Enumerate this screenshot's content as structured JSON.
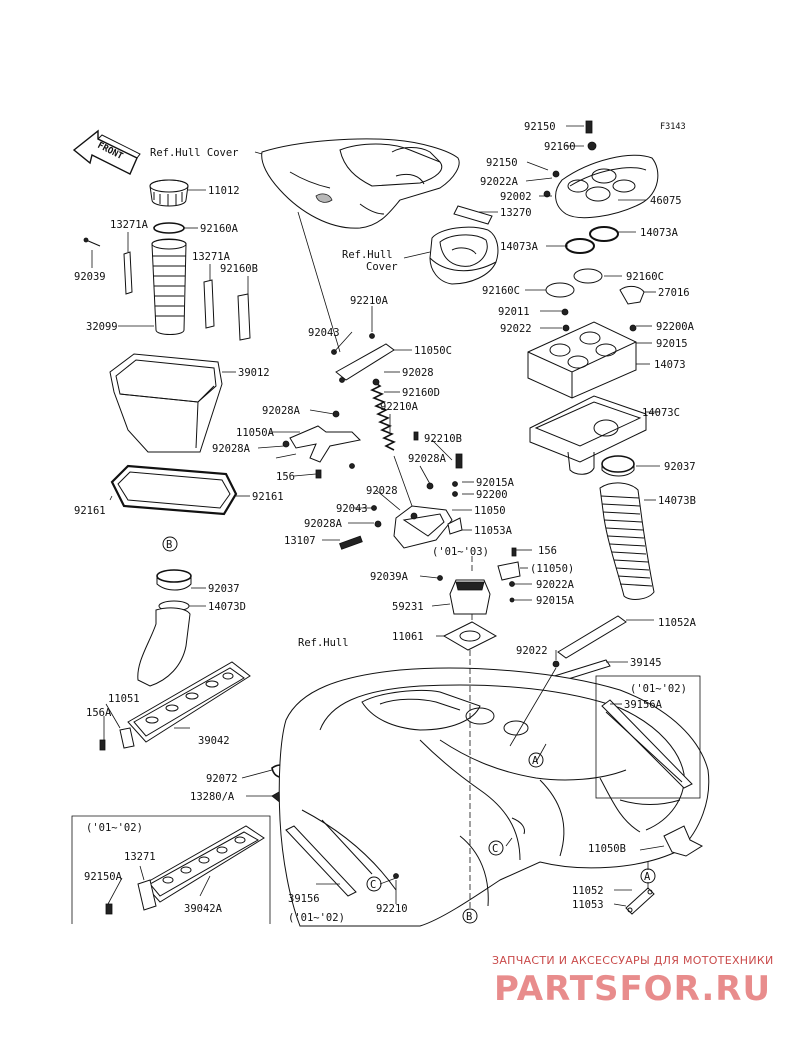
{
  "diagram": {
    "code": "F3143",
    "front_label": "FRONT",
    "refs": {
      "hull_cover_1": "Ref.Hull Cover",
      "hull_cover_2a": "Ref.Hull",
      "hull_cover_2b": "Cover",
      "hull": "Ref.Hull"
    },
    "years": {
      "y1": "('01~'03)",
      "y2": "('01~'02)",
      "y3": "('01~'02)",
      "y4": "('01~'02)"
    },
    "markers": {
      "a1": "A",
      "a2": "A",
      "b1": "B",
      "b2": "B",
      "c1": "C",
      "c2": "C"
    },
    "parts": {
      "p92150_top": "92150",
      "p92160": "92160",
      "p92150_mid": "92150",
      "p92022A_top": "92022A",
      "p92002": "92002",
      "p46075": "46075",
      "p13270": "13270",
      "p14073A_l": "14073A",
      "p14073A_r": "14073A",
      "p92160C_r": "92160C",
      "p92160C_l": "92160C",
      "p27016": "27016",
      "p92011": "92011",
      "p92022_a": "92022",
      "p92200A": "92200A",
      "p92015": "92015",
      "p14073": "14073",
      "p14073C": "14073C",
      "p92037_r": "92037",
      "p14073B": "14073B",
      "p11012": "11012",
      "p13271A_1": "13271A",
      "p92160A": "92160A",
      "p13271A_2": "13271A",
      "p92039": "92039",
      "p92160B": "92160B",
      "p32099": "32099",
      "p39012": "39012",
      "p92161_r": "92161",
      "p92161_l": "92161",
      "p92210A_1": "92210A",
      "p92043_1": "92043",
      "p11050C": "11050C",
      "p92028": "92028",
      "p92160D": "92160D",
      "p92210A_2": "92210A",
      "p92028A_1": "92028A",
      "p11050A": "11050A",
      "p92028A_2": "92028A",
      "p92210B": "92210B",
      "p92028A_3": "92028A",
      "p92015A_1": "92015A",
      "p156_1": "156",
      "p92028_2": "92028",
      "p92200": "92200",
      "p92043_2": "92043",
      "p11050": "11050",
      "p92028A_4": "92028A",
      "p11053A": "11053A",
      "p13107": "13107",
      "p156_2": "156",
      "p11050_paren": "(11050)",
      "p92022A_2": "92022A",
      "p92015A_2": "92015A",
      "p92039A": "92039A",
      "p59231": "59231",
      "p11061": "11061",
      "p11052A": "11052A",
      "p92022_b": "92022",
      "p39145": "39145",
      "p39156A": "39156A",
      "p92037_l": "92037",
      "p14073D": "14073D",
      "p11051": "11051",
      "p156A": "156A",
      "p39042": "39042",
      "p92072": "92072",
      "p13280A": "13280/A",
      "p13271": "13271",
      "p92150A": "92150A",
      "p39042A": "39042A",
      "p39156": "39156",
      "p92210": "92210",
      "p11050B": "11050B",
      "p11052": "11052",
      "p11053": "11053"
    },
    "watermark": {
      "line1": "ЗАПЧАСТИ И АКСЕССУАРЫ ДЛЯ МОТОТЕХНИКИ",
      "line2": "PARTSFOR.RU"
    }
  }
}
